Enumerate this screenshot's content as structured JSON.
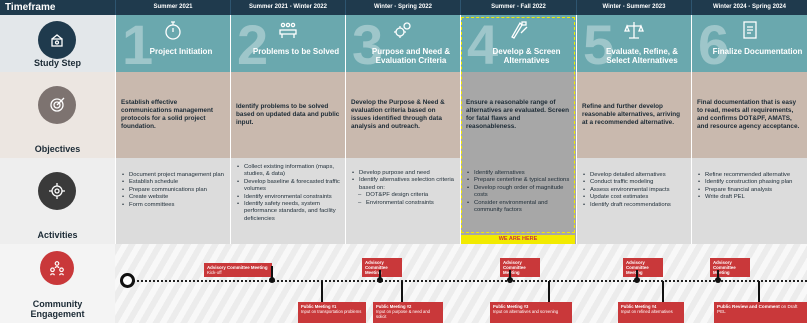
{
  "left": {
    "timeframe": "Timeframe",
    "study_step": "Study Step",
    "objectives": "Objectives",
    "activities": "Activities",
    "community": "Community Engagement"
  },
  "timeframes": [
    "Summer 2021",
    "Summer 2021 - Winter 2022",
    "Winter - Spring 2022",
    "Summer - Fall 2022",
    "Winter - Summer 2023",
    "Winter 2024 - Spring 2024"
  ],
  "steps": [
    {
      "num": "1",
      "title": "Project Initiation"
    },
    {
      "num": "2",
      "title": "Problems to be Solved"
    },
    {
      "num": "3",
      "title": "Purpose and Need & Evaluation Criteria"
    },
    {
      "num": "4",
      "title": "Develop & Screen Alternatives"
    },
    {
      "num": "5",
      "title": "Evaluate, Refine, & Select Alternatives"
    },
    {
      "num": "6",
      "title": "Finalize Documentation"
    }
  ],
  "objectives": [
    "Establish effective communications management protocols for a solid project foundation.",
    "Identify problems to be solved based on updated data and public input.",
    "Develop the Purpose & Need & evaluation criteria based on issues identified through data analysis and outreach.",
    "Ensure a reasonable range of alternatives are evaluated. Screen for fatal flaws and reasonableness.",
    "Refine and further develop reasonable alternatives, arriving at a recommended alternative.",
    "Final documentation that is easy to read, meets all requirements, and confirms DOT&PF, AMATS, and resource agency acceptance."
  ],
  "activities": {
    "a1": [
      "Document project management plan",
      "Establish schedule",
      "Prepare communications plan",
      "Create website",
      "Form committees"
    ],
    "a2": [
      "Collect existing information (maps, studies, & data)",
      "Develop baseline & forecasted traffic volumes",
      "Identify environmental constraints",
      "Identify safety needs, system performance standards, and facility deficiencies"
    ],
    "a3": [
      "Develop purpose and need",
      "Identify alternatives selection criteria based on:"
    ],
    "a3_sub": [
      "DOT&PF design criteria",
      "Environmental constraints"
    ],
    "a4": [
      "Identify alternatives",
      "Prepare centerline & typical sections",
      "Develop rough order of magnitude costs",
      "Consider environmental and community factors"
    ],
    "a5": [
      "Develop detailed alternatives",
      "Conduct traffic modeling",
      "Assess environmental impacts",
      "Update cost estimates",
      "Identify draft recommendations"
    ],
    "a6": [
      "Refine recommended alternative",
      "Identify construction phasing plan",
      "Prepare financial analysis",
      "Write draft PEL"
    ]
  },
  "we_are_here": "WE ARE HERE",
  "advisory": {
    "title": "Advisory Committee Meeting",
    "kickoff": "Kick-off"
  },
  "public": [
    {
      "title": "Public Meeting #1",
      "desc": "Input on transportation problems"
    },
    {
      "title": "Public Meeting #2",
      "desc": "Input on purpose & need and solicit"
    },
    {
      "title": "Public Meeting #3",
      "desc": "Input on alternatives and screening"
    },
    {
      "title": "Public Meeting #4",
      "desc": "Input on refined alternatives"
    },
    {
      "title": "Public Review and Comment",
      "desc": "on Draft PEL"
    }
  ],
  "colors": {
    "header": "#1f3a4d",
    "step": "#6aa8ae",
    "objective": "#c9b9ae",
    "activity": "#dcdcdc",
    "meeting": "#c9383a",
    "highlight": "#f2ea00"
  }
}
